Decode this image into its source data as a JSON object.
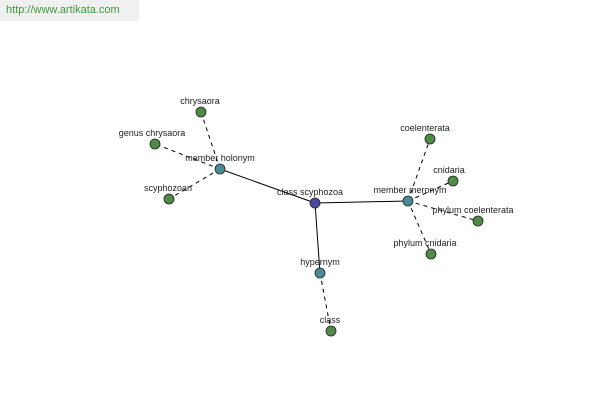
{
  "header": {
    "url": "http://www.artikata.com"
  },
  "graph": {
    "colors": {
      "center": "#4a4aa0",
      "relation": "#4a8c95",
      "leaf": "#4f8a46"
    },
    "nodes": {
      "class_scyphozoa": "class scyphozoa",
      "member_holonym": "member holonym",
      "member_meronym": "member meronym",
      "hypernym": "hypernym",
      "chrysaora": "chrysaora",
      "genus_chrysaora": "genus chrysaora",
      "scyphozoan": "scyphozoan",
      "coelenterata": "coelenterata",
      "cnidaria": "cnidaria",
      "phylum_coelenterata": "phylum coelenterata",
      "phylum_cnidaria": "phylum cnidaria",
      "class": "class"
    }
  }
}
